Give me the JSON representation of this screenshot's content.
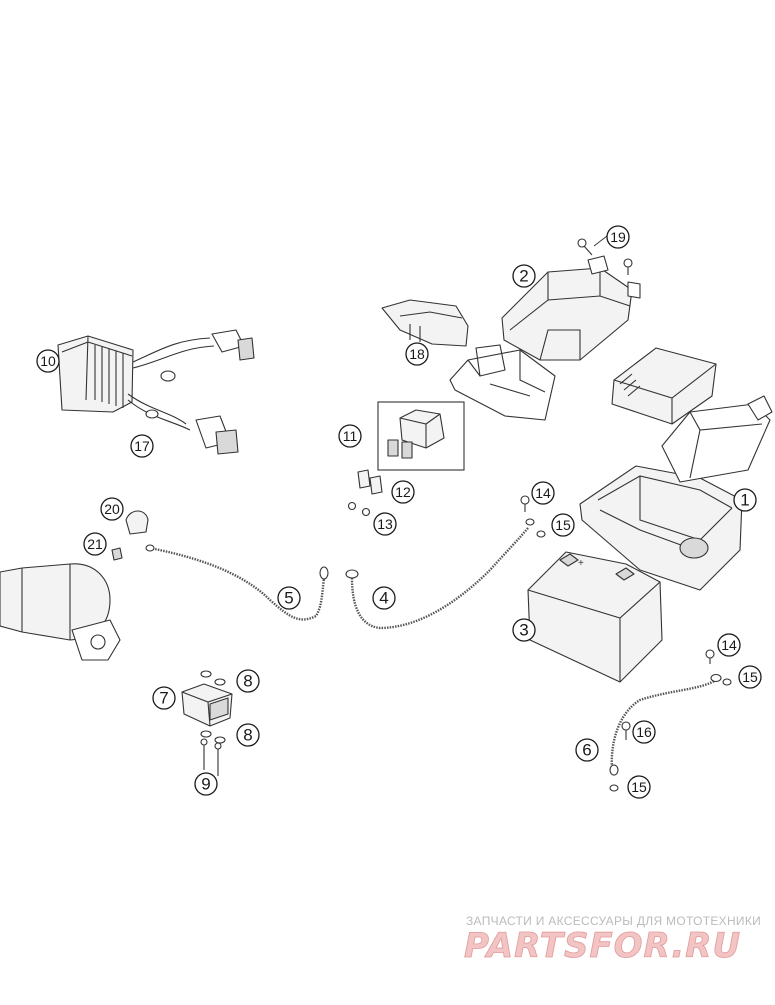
{
  "callouts": [
    {
      "id": "c1",
      "label": "1"
    },
    {
      "id": "c2",
      "label": "2"
    },
    {
      "id": "c3",
      "label": "3"
    },
    {
      "id": "c4",
      "label": "4"
    },
    {
      "id": "c5",
      "label": "5"
    },
    {
      "id": "c6",
      "label": "6"
    },
    {
      "id": "c7",
      "label": "7"
    },
    {
      "id": "c8a",
      "label": "8"
    },
    {
      "id": "c8b",
      "label": "8"
    },
    {
      "id": "c9",
      "label": "9"
    },
    {
      "id": "c10",
      "label": "10"
    },
    {
      "id": "c11",
      "label": "11"
    },
    {
      "id": "c12",
      "label": "12"
    },
    {
      "id": "c13",
      "label": "13"
    },
    {
      "id": "c14a",
      "label": "14"
    },
    {
      "id": "c14b",
      "label": "14"
    },
    {
      "id": "c15a",
      "label": "15"
    },
    {
      "id": "c15b",
      "label": "15"
    },
    {
      "id": "c15c",
      "label": "15"
    },
    {
      "id": "c16",
      "label": "16"
    },
    {
      "id": "c17",
      "label": "17"
    },
    {
      "id": "c18",
      "label": "18"
    },
    {
      "id": "c19",
      "label": "19"
    },
    {
      "id": "c20",
      "label": "20"
    },
    {
      "id": "c21",
      "label": "21"
    }
  ],
  "watermark": {
    "tagline": "ЗАПЧАСТИ И АКСЕССУАРЫ ДЛЯ МОТОТЕХНИКИ",
    "logo": "PARTSFOR.RU"
  }
}
